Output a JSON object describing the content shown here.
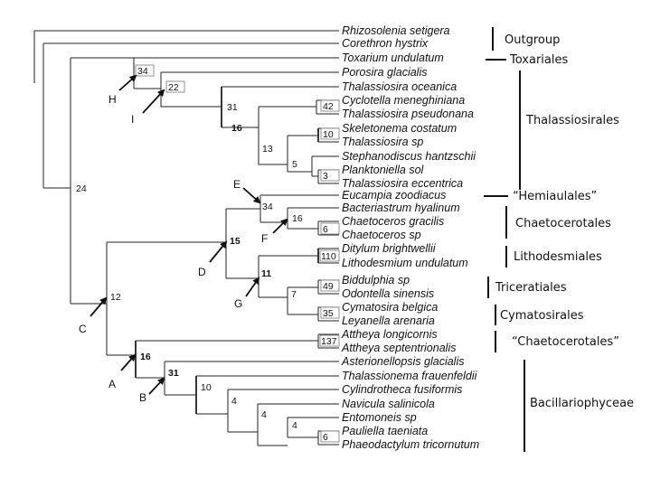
{
  "taxa": [
    "Rhizosolenia setigera",
    "Corethron hystrix",
    "Toxarium undulatum",
    "Porosira glacialis",
    "Thalassiosira oceanica",
    "Cyclotella meneghiniana",
    "Thalassiosira pseudonana",
    "Skeletonema costatum",
    "Thalassiosira sp",
    "Stephanodiscus hantzschii",
    "Planktoniella sol",
    "Thalassiosira eccentrica",
    "Eucampia zoodiacus",
    "Bacteriastrum hyalinum",
    "Chaetoceros gracilis",
    "Chaetoceros sp",
    "Ditylum brightwellii",
    "Lithodesmium undulatum",
    "Biddulphia sp",
    "Odontella sinensis",
    "Cymatosira belgica",
    "Leyanella arenaria",
    "Attheya longicornis",
    "Attheya septentrionalis",
    "Asterionellopsis glacialis",
    "Thalassionema frauenfeldii",
    "Cylindrotheca fusiformis",
    "Navicula salinicola",
    "Entomoneis sp",
    "Pauliella taeniata",
    "Phaeodactylum tricornutum"
  ],
  "node_support": {
    "root": "24",
    "n34_outer": "34",
    "n22": "22",
    "n31_thal": "31",
    "n42": "42",
    "n16_thal": "16",
    "n10_thal": "10",
    "n13": "13",
    "n5": "5",
    "n3": "3",
    "n12": "12",
    "n15": "15",
    "n34_inner": "34",
    "n16_chaet": "16",
    "n6_chaet": "6",
    "n11": "11",
    "n110": "110",
    "n7": "7",
    "n49": "49",
    "n35": "35",
    "n16_bacill": "16",
    "n137": "137",
    "n31_bacill": "31",
    "n10_bacill": "10",
    "n4_a": "4",
    "n4_b": "4",
    "n4_c": "4",
    "n6_bacill": "6"
  },
  "groups": {
    "outgroup": "Outgroup",
    "toxariales": "Toxariales",
    "thalassiosirales": "Thalassiosirales",
    "hemiaulales": "“Hemiaulales”",
    "chaetocerotales": "Chaetocerotales",
    "lithodesmiales": "Lithodesmiales",
    "triceratiales": "Triceratiales",
    "cymatosirales": "Cymatosirales",
    "chaetocerotales_q": "“Chaetocerotales”",
    "bacillariophyceae": "Bacillariophyceae"
  },
  "annotations": {
    "A": "A",
    "B": "B",
    "C": "C",
    "D": "D",
    "E": "E",
    "F": "F",
    "G": "G",
    "H": "H",
    "I": "I"
  }
}
